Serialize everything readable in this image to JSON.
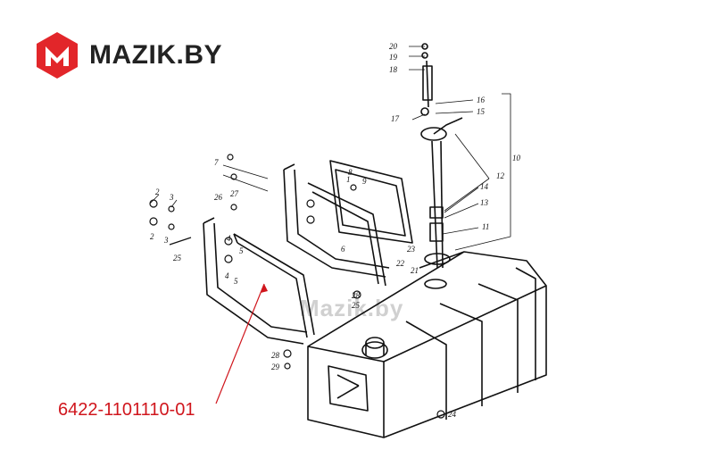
{
  "brand": {
    "name": "MAZIK.BY",
    "logo_color": "#e2262a",
    "watermark": "Mazik.by"
  },
  "callout": {
    "part_number": "6422-1101110-01",
    "color": "#d0161d"
  },
  "labels": {
    "n1": "1",
    "n2a": "2",
    "n2b": "2",
    "n3a": "3",
    "n3b": "3",
    "n4a": "4",
    "n4b": "4",
    "n5a": "5",
    "n5b": "5",
    "n6": "6",
    "n7": "7",
    "n8": "8",
    "n9": "9",
    "n10": "10",
    "n11": "11",
    "n12": "12",
    "n13": "13",
    "n14": "14",
    "n15": "15",
    "n16": "16",
    "n17": "17",
    "n18": "18",
    "n19": "19",
    "n20": "20",
    "n21": "21",
    "n22": "22",
    "n23": "23",
    "n24": "24",
    "n25": "25",
    "n26": "26",
    "n27": "27",
    "n28": "28",
    "n29": "29",
    "n25b": "25"
  }
}
